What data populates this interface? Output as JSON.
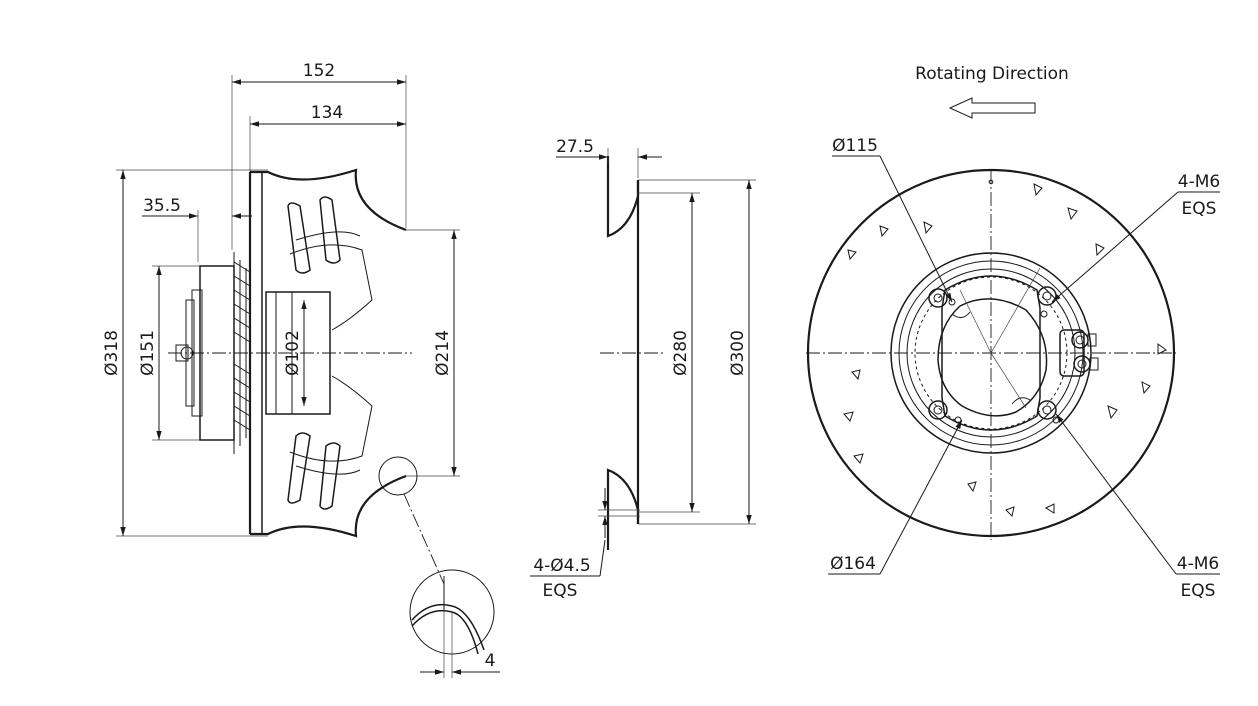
{
  "side_view": {
    "dim_overall_width": "152",
    "dim_impeller_width": "134",
    "dim_motor_offset": "35.5",
    "dim_outer_diameter": "Ø318",
    "dim_motor_diameter": "Ø151",
    "dim_hub_diameter": "Ø102",
    "dim_inlet_diameter": "Ø214",
    "dim_detail_thickness": "4"
  },
  "inlet_ring_view": {
    "dim_flange_depth": "27.5",
    "dim_bolt_circle": "Ø280",
    "dim_ring_outer": "Ø300",
    "hole_callout_top": "4-Ø4.5",
    "hole_callout_bottom": "EQS"
  },
  "front_view": {
    "rotation_label": "Rotating Direction",
    "dim_inner_circle": "Ø115",
    "dim_mount_circle": "Ø164",
    "callout_upper_top": "4-M6",
    "callout_upper_bottom": "EQS",
    "callout_lower_top": "4-M6",
    "callout_lower_bottom": "EQS"
  }
}
